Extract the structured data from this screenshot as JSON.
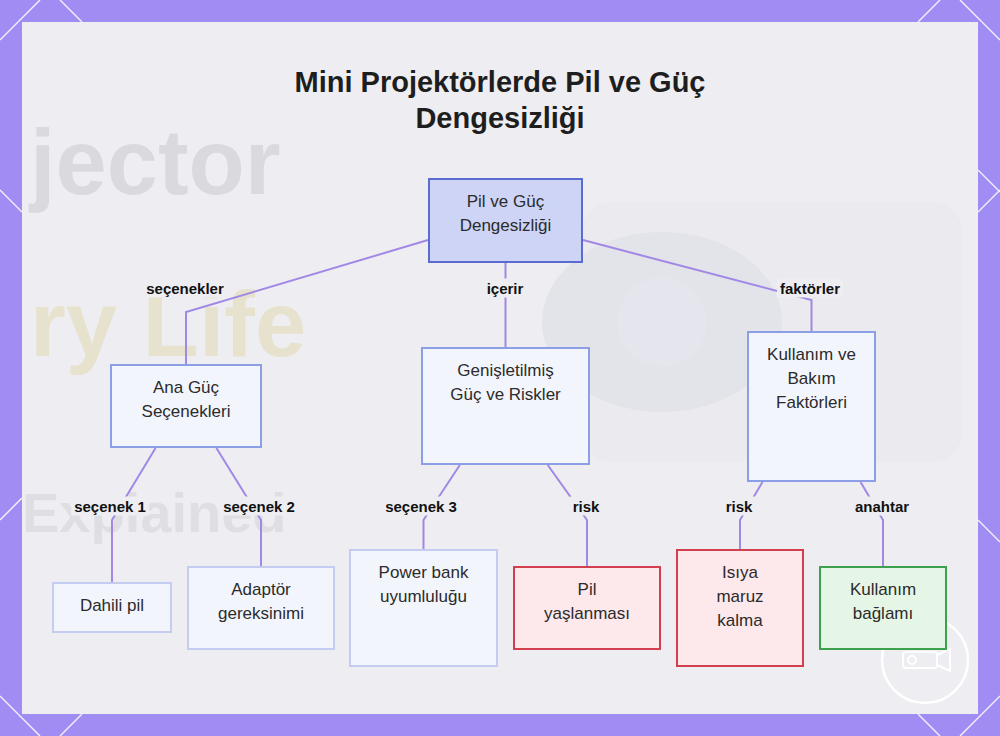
{
  "diagram": {
    "title": "Mini Projektörlerde Pil ve Güç Dengesizliği",
    "nodes": [
      {
        "text": [
          "Pil ve Güç Dengesizliği"
        ]
      },
      {
        "text": [
          "Ana Güç Seçenekleri"
        ]
      },
      {
        "text": [
          "Genişletilmiş Güç ve Riskler"
        ]
      },
      {
        "text": [
          "Kullanım ve Bakım Faktörleri"
        ]
      },
      {
        "text": [
          "Dahili pil"
        ]
      },
      {
        "text": [
          "Adaptör gereksinimi"
        ]
      },
      {
        "text": [
          "Power bank uyumluluğu"
        ]
      },
      {
        "text": [
          "Pil yaşlanması"
        ]
      },
      {
        "text": [
          "Isıya maruz kalma"
        ]
      },
      {
        "text": [
          "Kullanım bağlamı"
        ]
      }
    ],
    "edges": [
      {
        "from": 0,
        "to": 1,
        "label": "seçenekler",
        "arrow": "none"
      },
      {
        "from": 0,
        "to": 2,
        "label": "içerir",
        "arrow": "none"
      },
      {
        "from": 0,
        "to": 3,
        "label": "faktörler",
        "arrow": "none"
      },
      {
        "from": 1,
        "to": 4,
        "label": "seçenek 1",
        "arrow": "none"
      },
      {
        "from": 1,
        "to": 5,
        "label": "seçenek 2",
        "arrow": "none"
      },
      {
        "from": 2,
        "to": 6,
        "label": "seçenek 3",
        "arrow": "none"
      },
      {
        "from": 2,
        "to": 7,
        "label": "risk",
        "arrow": "none"
      },
      {
        "from": 3,
        "to": 8,
        "label": "risk",
        "arrow": "none"
      },
      {
        "from": 3,
        "to": 9,
        "label": "anahtar",
        "arrow": "none"
      }
    ],
    "labels": [
      "jector",
      "ry Life",
      "Explained"
    ]
  }
}
